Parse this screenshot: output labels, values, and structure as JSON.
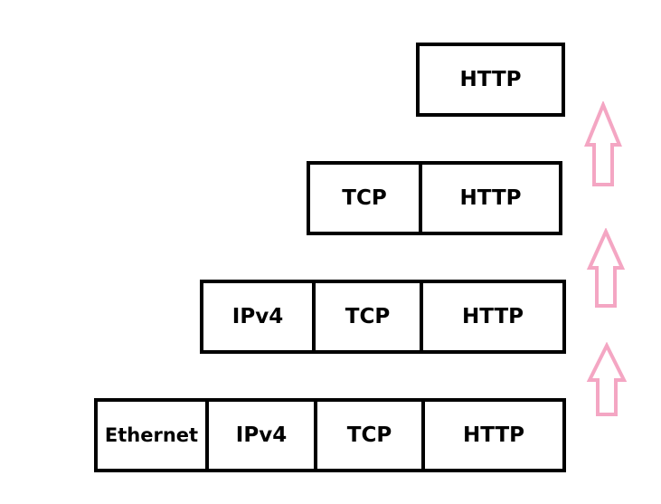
{
  "layers": {
    "row1": {
      "http": "HTTP"
    },
    "row2": {
      "tcp": "TCP",
      "http": "HTTP"
    },
    "row3": {
      "ipv4": "IPv4",
      "tcp": "TCP",
      "http": "HTTP"
    },
    "row4": {
      "ethernet": "Ethernet",
      "ipv4": "IPv4",
      "tcp": "TCP",
      "http": "HTTP"
    }
  },
  "colors": {
    "border": "#000000",
    "arrow": "#f4a6c3",
    "background": "#ffffff"
  },
  "icons": {
    "up_arrow": "arrow-up-icon"
  }
}
